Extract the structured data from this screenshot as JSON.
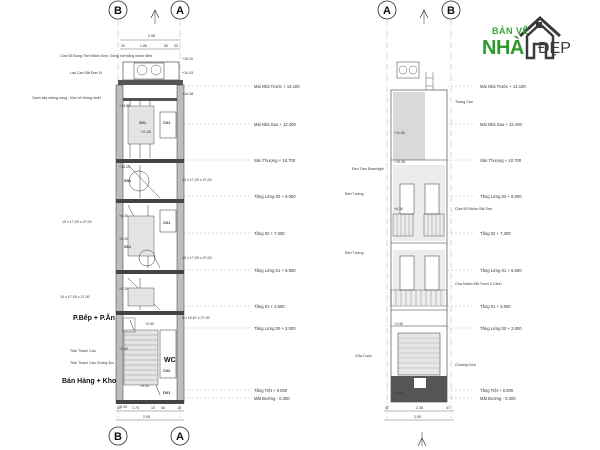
{
  "grid": {
    "left": [
      "B",
      "A"
    ],
    "right": [
      "A",
      "B"
    ]
  },
  "logo": {
    "top": "BẢN VẼ",
    "main": "NHÀ",
    "side": "ĐẸP"
  },
  "dims": {
    "top_total": "2.95",
    "top_parts": [
      "20",
      "1.85",
      "50",
      "20"
    ],
    "bottom_parts": [
      "10",
      "1.75",
      "10",
      "50",
      "10"
    ],
    "bottom_total": "2.95",
    "right_bottom_parts": [
      "47",
      "2.38",
      "47"
    ],
    "right_bottom_total": "2.95"
  },
  "left_notes": {
    "window": "Cửa Sổ Đóng Trời Nhôm Kính, Đóng mở bằng motor điện",
    "railing": "Lan Can Sắt Đan Vỉ",
    "brick": "Gạch xây chống nóng - Khe hở thông nhiệt",
    "window1": "10 x 17,00 x 27,00",
    "window2": "10 x 17,00 x 27,00",
    "window3": "10 x 17,00 x 27,00",
    "window4": "10 x 17,00 x 27,00",
    "window5": "10 x 17,00 x 27,00",
    "window6": "6 x 16,67 x 27,00",
    "ceiling1": "Trần Thạch Cao",
    "ceiling2": "Trần Thạch Cao Chống Ẩm"
  },
  "rooms": {
    "kitchen": "P.Bếp + P.Ăn",
    "shop": "Bán Hàng + Kho",
    "wc": "WC"
  },
  "markers": [
    "S01",
    "S01",
    "S01",
    "C01",
    "C01",
    "D01",
    "C02"
  ],
  "elevations_left": [
    "Mái Nhà Trước  + 14.100",
    "Mái Nhà Sau  + 12.400",
    "Sân Thượng  + 10.700",
    "Tầng Lửng 02  + 8.000",
    "Tầng 02  + 7.300",
    "Tầng Lửng 01  + 5.600",
    "Tầng 01  + 3.600",
    "Tầng Lửng 00  + 2.000",
    "Tầng Trệt  + 0.000",
    "Mặt Đường  - 0.300"
  ],
  "elevations_right": [
    "Mái Nhà Trước  + 14.100",
    "Mái Nhà Sau  + 12.400",
    "Sân Thượng  + 10.700",
    "Tầng Lửng 02  + 8.000",
    "Tầng 02  + 7.300",
    "Tầng Lửng 01  + 5.600",
    "Tầng 01  + 3.600",
    "Tầng Lửng 00  + 2.000",
    "Tầng Trệt  + 0.000",
    "Mặt Đường  - 0.300"
  ],
  "levels_small": [
    "+15.10",
    "+14.43",
    "+14.38",
    "+13.80",
    "+11.85",
    "+10.25",
    "+8.30",
    "+6.30",
    "+5.20",
    "+2.90",
    "+2.50",
    "+0.00",
    "-0.30"
  ],
  "right_notes": {
    "ladder": "Thang Cáo",
    "downlight": "Đèn Trần Downlight",
    "balcony": "Cửa Sổ Nhôm Sắt Sơn",
    "lamp1": "Đèn Tường",
    "balcony2": "Cửa Nhôm Mở Trượt 3 Cánh",
    "lamp2": "Đèn Tường",
    "garage": "Cửa Cuốn",
    "awning": "Chuông Cửa"
  },
  "colors": {
    "line": "#333333",
    "hatch": "#c8c8c8",
    "facade": "#d9d9d9",
    "logo_green": "#2d9a2d"
  }
}
